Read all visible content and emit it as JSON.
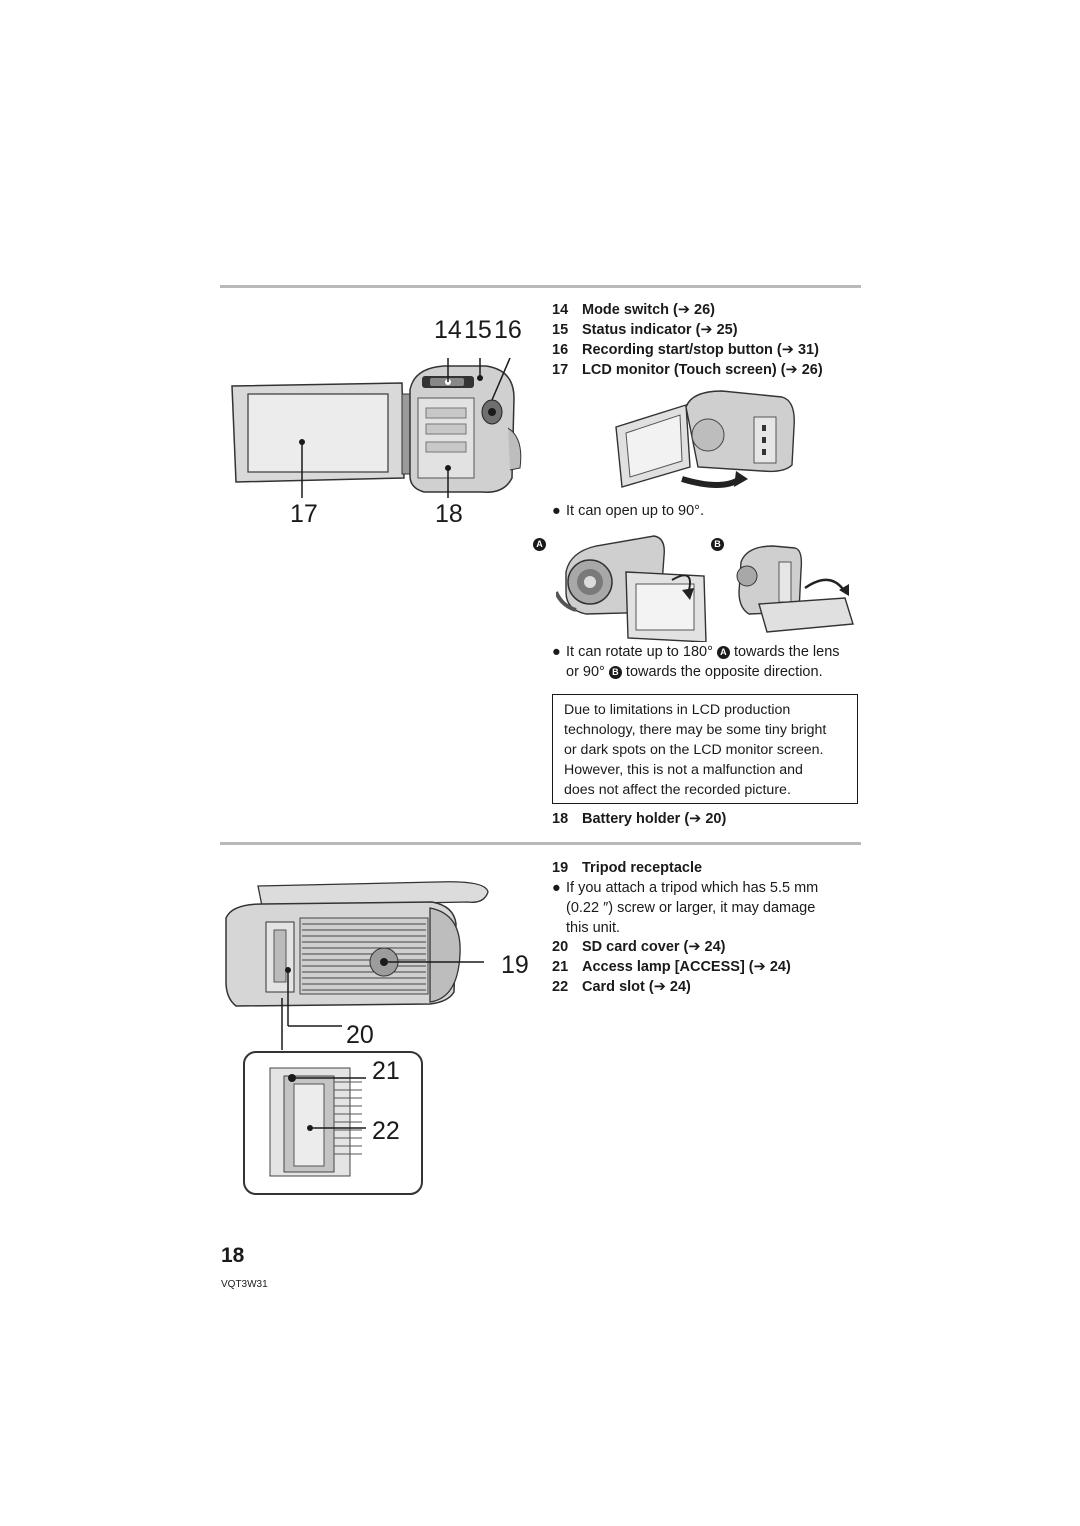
{
  "diagram_top": {
    "callouts": [
      "14",
      "15",
      "16",
      "17",
      "18"
    ]
  },
  "items_top": [
    {
      "num": "14",
      "text": "Mode switch (➔ 26)"
    },
    {
      "num": "15",
      "text": "Status indicator (➔ 25)"
    },
    {
      "num": "16",
      "text": "Recording start/stop button (➔ 31)"
    },
    {
      "num": "17",
      "text": "LCD monitor (Touch screen) (➔ 26)"
    }
  ],
  "bullet_open": "It can open up to 90°.",
  "badges": {
    "a": "A",
    "b": "B"
  },
  "rotate_note": {
    "line1_before": "It can rotate up to 180°",
    "line1_after": "towards the lens",
    "line2_before": "or 90°",
    "line2_after": "towards the opposite direction."
  },
  "note_box": [
    "Due to limitations in LCD production",
    "technology, there may be some tiny bright",
    "or dark spots on the LCD monitor screen.",
    "However, this is not a malfunction and",
    "does not affect the recorded picture."
  ],
  "item_18": {
    "num": "18",
    "text": "Battery holder (➔ 20)"
  },
  "item_19": {
    "num": "19",
    "text": "Tripod receptacle"
  },
  "tripod_bullet": [
    "If you attach a tripod which has 5.5 mm",
    "(0.22 ″) screw or larger, it may damage",
    "this unit."
  ],
  "items_bottom": [
    {
      "num": "20",
      "text": "SD card cover (➔ 24)"
    },
    {
      "num": "21",
      "text": "Access lamp [ACCESS] (➔ 24)"
    },
    {
      "num": "22",
      "text": "Card slot (➔ 24)"
    }
  ],
  "diagram_bottom": {
    "callouts": [
      "19",
      "20",
      "21",
      "22"
    ]
  },
  "page_number": "18",
  "doc_code": "VQT3W31"
}
